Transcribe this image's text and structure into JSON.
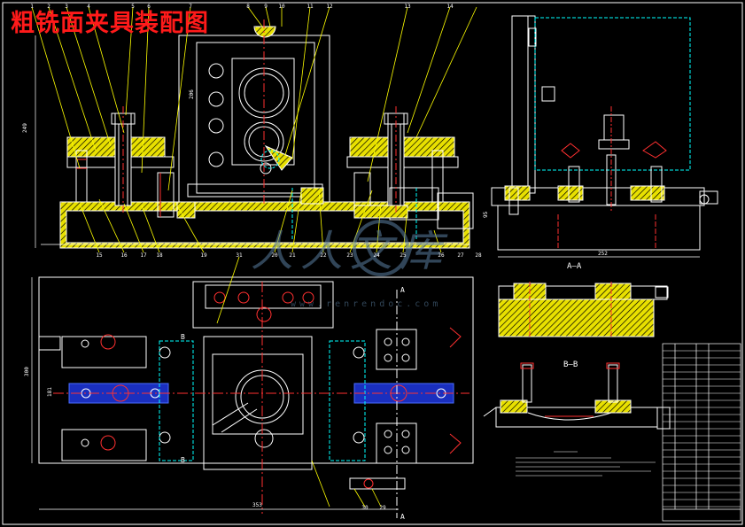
{
  "title": "粗铣面夹具装配图",
  "section_labels": {
    "aa": "A—A",
    "bb": "B—B",
    "a_mark": "A",
    "b_mark": "B"
  },
  "watermark": {
    "main": "人人文库",
    "url": "www.renrendoc.com"
  },
  "part_numbers_top": [
    "1",
    "2",
    "3",
    "4",
    "5",
    "6",
    "7",
    "8",
    "9",
    "10",
    "11",
    "12",
    "13",
    "14"
  ],
  "part_numbers_bottom": [
    "15",
    "16",
    "17",
    "18",
    "19",
    "20",
    "21",
    "22",
    "23",
    "24",
    "25",
    "26",
    "27",
    "28"
  ],
  "part_numbers_plan": [
    "31",
    "30",
    "29"
  ],
  "dimensions": {
    "overall_length": "353",
    "side_length": "252",
    "height": "249",
    "height2": "206",
    "plan_height": "300",
    "plan_width": "181",
    "small": "95"
  },
  "colors": {
    "background": "#000000",
    "outline": "#ffffff",
    "hatch": "#ffff00",
    "leader": "#ffff00",
    "hidden": "#00ffff",
    "center": "#ff3030",
    "title": "#ff1a1a",
    "watermark": "#5a7fa0",
    "bolt": "#ff5050",
    "jaw": "#4a6eff"
  }
}
